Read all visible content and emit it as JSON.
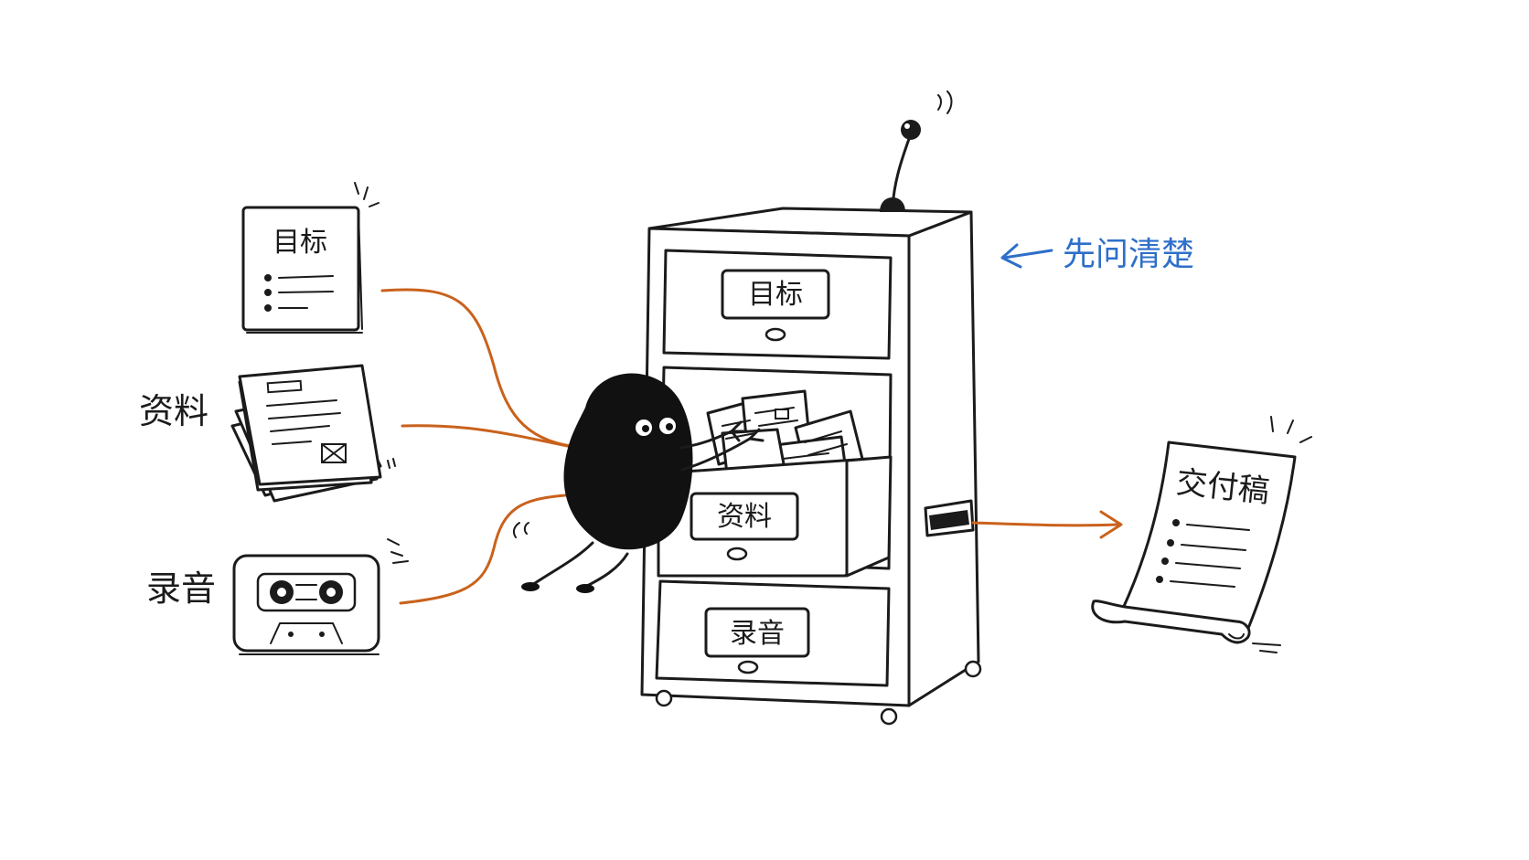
{
  "inputs": {
    "goal": "目标",
    "materials": "资料",
    "recording": "录音"
  },
  "cabinet": {
    "drawer_top": "目标",
    "drawer_middle": "资料",
    "drawer_bottom": "录音"
  },
  "note": "先问清楚",
  "output": "交付稿",
  "colors": {
    "flow": "#c9621c",
    "note": "#2e6fc9",
    "ink": "#1b1b1b"
  }
}
